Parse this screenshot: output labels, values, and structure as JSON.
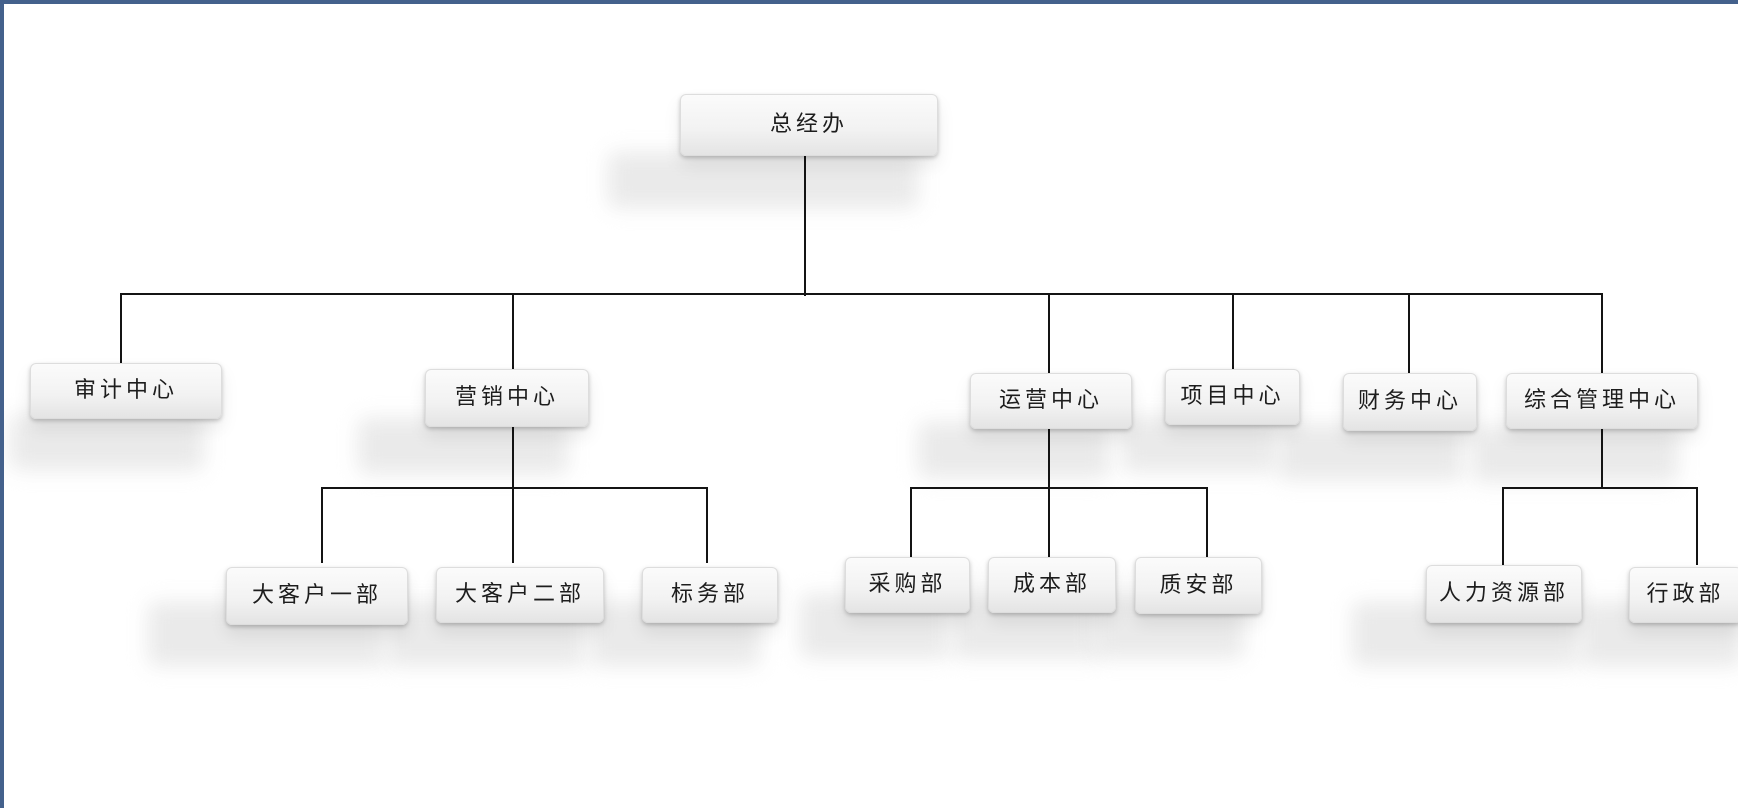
{
  "diagram": {
    "root": {
      "label": "总经办"
    },
    "centers": [
      {
        "label": "审计中心"
      },
      {
        "label": "营销中心"
      },
      {
        "label": "运营中心"
      },
      {
        "label": "项目中心"
      },
      {
        "label": "财务中心"
      },
      {
        "label": "综合管理中心"
      }
    ],
    "departments": {
      "marketing": [
        {
          "label": "大客户一部"
        },
        {
          "label": "大客户二部"
        },
        {
          "label": "标务部"
        }
      ],
      "operations": [
        {
          "label": "采购部"
        },
        {
          "label": "成本部"
        },
        {
          "label": "质安部"
        }
      ],
      "admin": [
        {
          "label": "人力资源部"
        },
        {
          "label": "行政部"
        }
      ]
    }
  }
}
